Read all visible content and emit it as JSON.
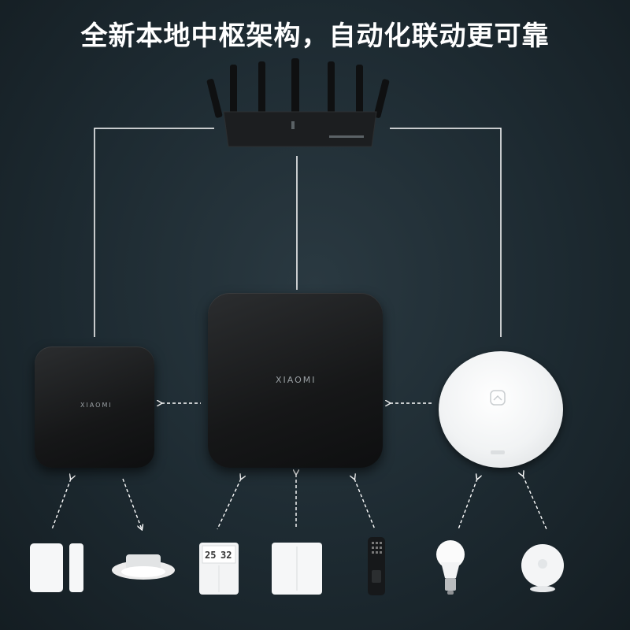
{
  "title": "全新本地中枢架构，自动化联动更可靠",
  "hub_small": {
    "brand": "XIAOMI"
  },
  "hub_large": {
    "brand": "XIAOMI"
  },
  "sensor": {
    "left": "25",
    "right": "32"
  },
  "colors": {
    "background": "#1b262c",
    "line": "#ffffff",
    "device_dark": "#1a1b1c",
    "device_white": "#f2f3f4"
  }
}
